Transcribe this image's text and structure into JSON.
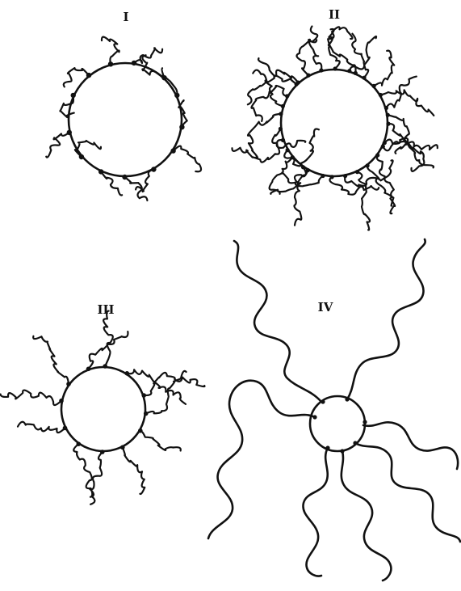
{
  "panels": [
    {
      "key": "I",
      "label": "I"
    },
    {
      "key": "II",
      "label": "II"
    },
    {
      "key": "III",
      "label": "III"
    },
    {
      "key": "IV",
      "label": "IV"
    }
  ],
  "colors": {
    "ink": "#111111",
    "background": "#ffffff"
  }
}
